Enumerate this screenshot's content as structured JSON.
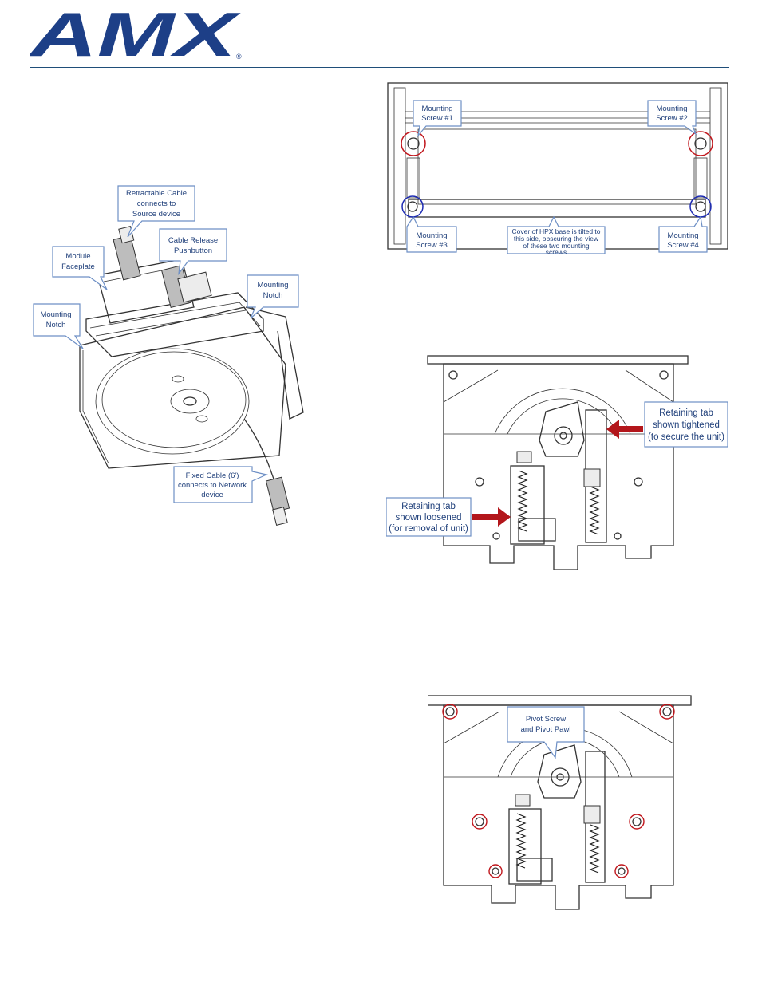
{
  "brand": {
    "logo_text": "AMX",
    "registered_mark": "®",
    "color": "#1d3f87"
  },
  "colors": {
    "callout_text": "#1f3f7a",
    "callout_border": "#6d8fc5",
    "marker_red": "#c0161c",
    "marker_blue": "#1d2bb3",
    "arrow_red": "#b3161b"
  },
  "figure_module": {
    "callouts": {
      "retractable_cable": [
        "Retractable Cable",
        "connects to",
        "Source device"
      ],
      "cable_release": [
        "Cable Release",
        "Pushbutton"
      ],
      "module_faceplate": [
        "Module",
        "Faceplate"
      ],
      "mounting_notch_right": [
        "Mounting",
        "Notch"
      ],
      "mounting_notch_left": [
        "Mounting",
        "Notch"
      ],
      "fixed_cable": [
        "Fixed Cable (6')",
        "connects to Network",
        "device"
      ]
    }
  },
  "figure_screws": {
    "callouts": {
      "screw1": [
        "Mounting",
        "Screw #1"
      ],
      "screw2": [
        "Mounting",
        "Screw #2"
      ],
      "screw3": [
        "Mounting",
        "Screw #3"
      ],
      "screw4": [
        "Mounting",
        "Screw #4"
      ],
      "cover": [
        "Cover of HPX base is tilted to",
        "this side, obscuring the view",
        "of these two mounting",
        "screws"
      ]
    }
  },
  "figure_tabs": {
    "callouts": {
      "tightened": [
        "Retaining tab",
        "shown tightened",
        "(to secure the unit)"
      ],
      "loosened": [
        "Retaining tab",
        "shown loosened",
        "(for removal of unit)"
      ]
    }
  },
  "figure_pivot": {
    "callouts": {
      "pivot": [
        "Pivot Screw",
        "and Pivot Pawl"
      ]
    }
  }
}
